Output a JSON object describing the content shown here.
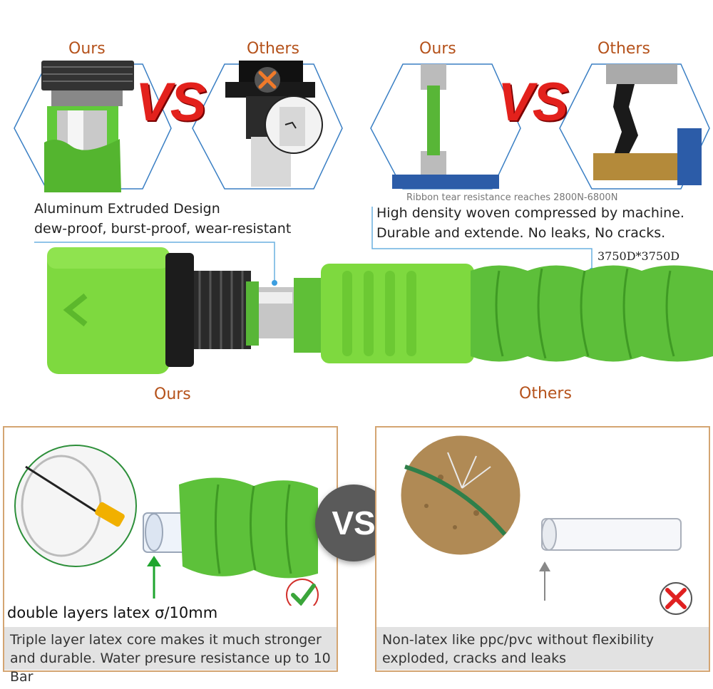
{
  "top_left": {
    "ours_label": "Ours",
    "others_label": "Others",
    "vs_label": "VS"
  },
  "top_right": {
    "ours_label": "Ours",
    "others_label": "Others",
    "vs_label": "VS",
    "ribbon_note": "Ribbon tear resistance reaches 2800N-6800N"
  },
  "middle": {
    "aluminum_title": "Aluminum Extruded Design",
    "aluminum_sub": "dew-proof, burst-proof, wear-resistant",
    "woven_line1": "High density woven compressed by machine.",
    "woven_line2": "Durable and extende. No leaks, No cracks.",
    "denier": "3750D*3750D",
    "ours_label": "Ours",
    "others_label": "Others"
  },
  "bottom": {
    "vs_badge": "VS",
    "latex_label": "double layers latex σ/10mm",
    "left_caption_line1": "Triple layer latex core makes it much stronger",
    "left_caption_line2": "and durable. Water presure resistance up to 10 Bar",
    "right_caption_line1": "Non-latex like ppc/pvc without flexibility",
    "right_caption_line2": "exploded, cracks and leaks"
  },
  "colors": {
    "accent_green": "#6fd63a",
    "label_orange": "#b5521b",
    "vs_red": "#e3211c",
    "panel_border": "#d4a572",
    "caption_gray": "#e2e2e2"
  }
}
